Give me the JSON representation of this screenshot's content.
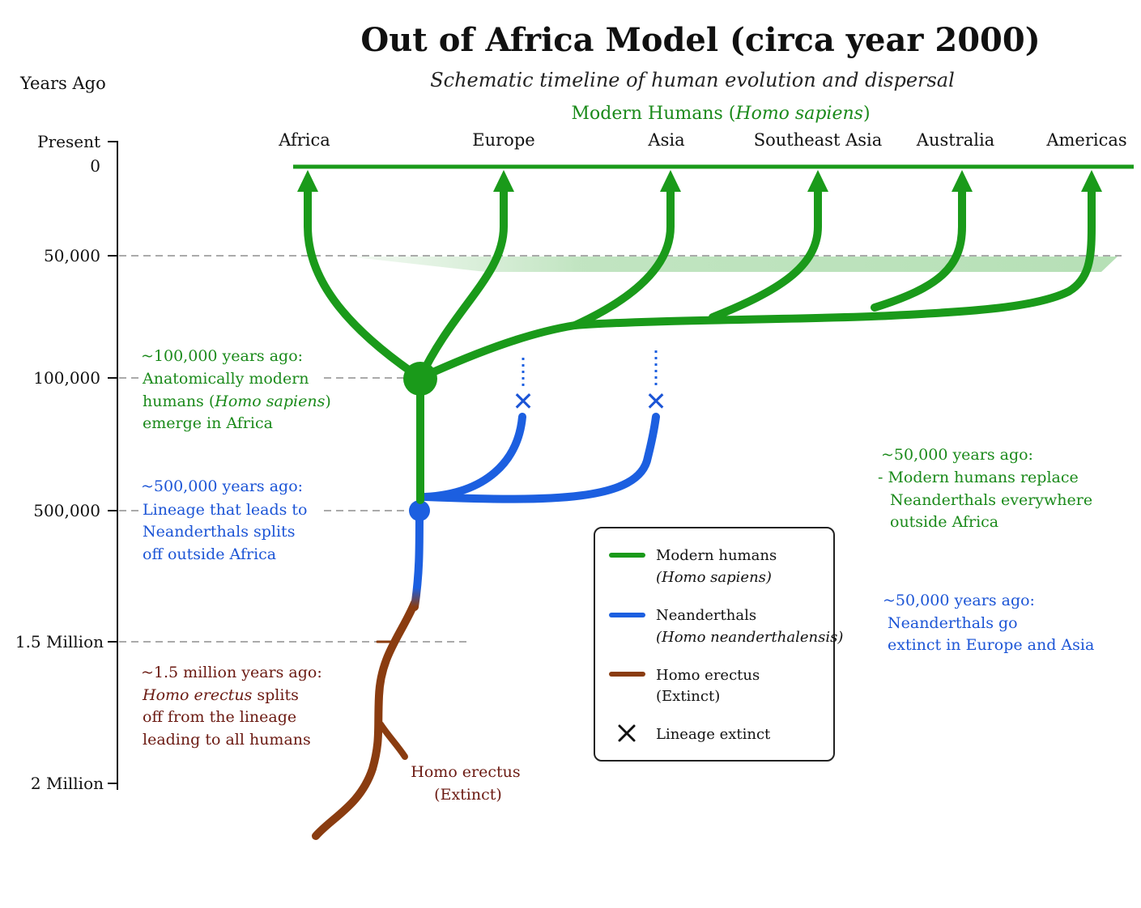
{
  "title": "Out of Africa Model (circa year 2000)",
  "subtitle": "Schematic timeline of human evolution and dispersal",
  "axis": {
    "title": "Years Ago",
    "present_label": "Present",
    "ticks": [
      "0",
      "50,000",
      "100,000",
      "500,000",
      "1.5 Million",
      "2 Million"
    ]
  },
  "modern_header": {
    "prefix": "Modern Humans (",
    "italic": "Homo sapiens",
    "suffix": ")"
  },
  "regions": [
    "Africa",
    "Europe",
    "Asia",
    "Southeast Asia",
    "Australia",
    "Americas"
  ],
  "annotations": {
    "sapiens": [
      "~100,000 years ago:",
      "Anatomically modern",
      "humans (",
      "Homo sapiens",
      ")",
      "emerge in Africa"
    ],
    "neanderthal_split": [
      "~500,000 years ago:",
      "Lineage that leads to",
      "Neanderthals splits",
      "off outside Africa"
    ],
    "erectus_split": [
      "~1.5 million years ago:",
      "Homo erectus",
      " splits",
      "off from the lineage",
      "leading to all humans"
    ],
    "erectus_label": [
      "Homo erectus",
      "(Extinct)"
    ],
    "replace": [
      "~50,000 years ago:",
      "- Modern humans replace",
      "Neanderthals everywhere",
      "outside Africa"
    ],
    "neanderthal_extinct": [
      "~50,000 years ago:",
      "Neanderthals go",
      "extinct in Europe and Asia"
    ]
  },
  "legend": {
    "items": [
      {
        "line1": "Modern humans",
        "line2": "(Homo sapiens)",
        "color": "#1a9a1a"
      },
      {
        "line1": "Neanderthals",
        "line2": "(Homo neanderthalensis)",
        "color": "#1c5fe0"
      },
      {
        "line1": "Homo erectus",
        "line2": "(Extinct)",
        "color": "#8a3c10"
      }
    ],
    "extinct_label": "Lineage extinct"
  },
  "colors": {
    "modern": "#1a9a1a",
    "neanderthal": "#1c5fe0",
    "erectus": "#8a3c10",
    "modern_text": "#1a8a1a",
    "neanderthal_text": "#1c55d6",
    "erectus_text": "#6b1a12"
  }
}
